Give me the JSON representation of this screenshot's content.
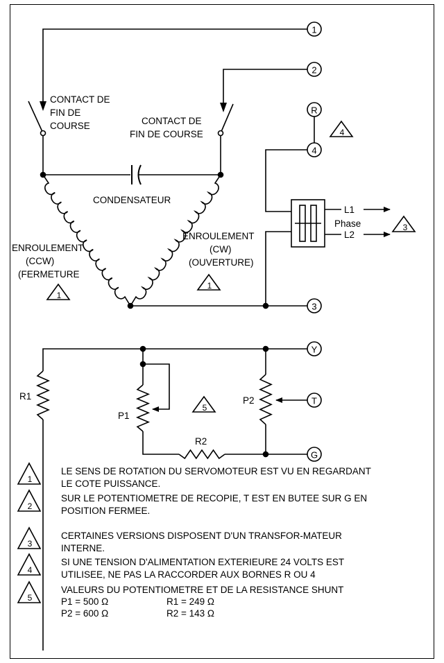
{
  "terminals": {
    "t1": "1",
    "t2": "2",
    "tR": "R",
    "t4": "4",
    "t3": "3",
    "tY": "Y",
    "tT": "T",
    "tG": "G"
  },
  "labels": {
    "contact_left": [
      "CONTACT DE",
      "FIN DE",
      "COURSE"
    ],
    "contact_right": [
      "CONTACT DE",
      "FIN DE COURSE"
    ],
    "condensateur": "CONDENSATEUR",
    "enroul_left": [
      "ENROULEMENT",
      "(CCW)",
      "(FERMETURE"
    ],
    "enroul_right": [
      "ENROULEMENT",
      "(CW)",
      "(OUVERTURE)"
    ],
    "l1": "L1",
    "phase": "Phase",
    "l2": "L2",
    "r1": "R1",
    "p1": "P1",
    "p2": "P2",
    "r2": "R2"
  },
  "tri_marks": {
    "enroul_left": "1",
    "enroul_right": "1",
    "terminal_4": "4",
    "phase": "3",
    "pot": "5"
  },
  "notes": [
    {
      "num": "1",
      "lines": [
        "LE SENS DE ROTATION DU SERVOMOTEUR EST VU EN REGARDANT",
        "LE COTE PUISSANCE."
      ]
    },
    {
      "num": "2",
      "lines": [
        "SUR LE POTENTIOMETRE DE RECOPIE, T EST EN BUTEE SUR G EN",
        "POSITION FERMEE."
      ]
    },
    {
      "num": "3",
      "lines": [
        "CERTAINES VERSIONS DISPOSENT D'UN TRANSFOR-MATEUR",
        "INTERNE."
      ]
    },
    {
      "num": "4",
      "lines": [
        "SI UNE TENSION D'ALIMENTATION EXTERIEURE 24 VOLTS EST",
        "UTILISEE, NE PAS LA RACCORDER AUX BORNES R OU 4"
      ]
    },
    {
      "num": "5",
      "lines": [
        "VALEURS DU POTENTIOMETRE ET DE LA RESISTANCE SHUNT"
      ]
    }
  ],
  "values": [
    {
      "a": "P1 = 500 Ω",
      "b": "R1 = 249 Ω"
    },
    {
      "a": "P2 = 600 Ω",
      "b": "R2 = 143 Ω"
    }
  ]
}
